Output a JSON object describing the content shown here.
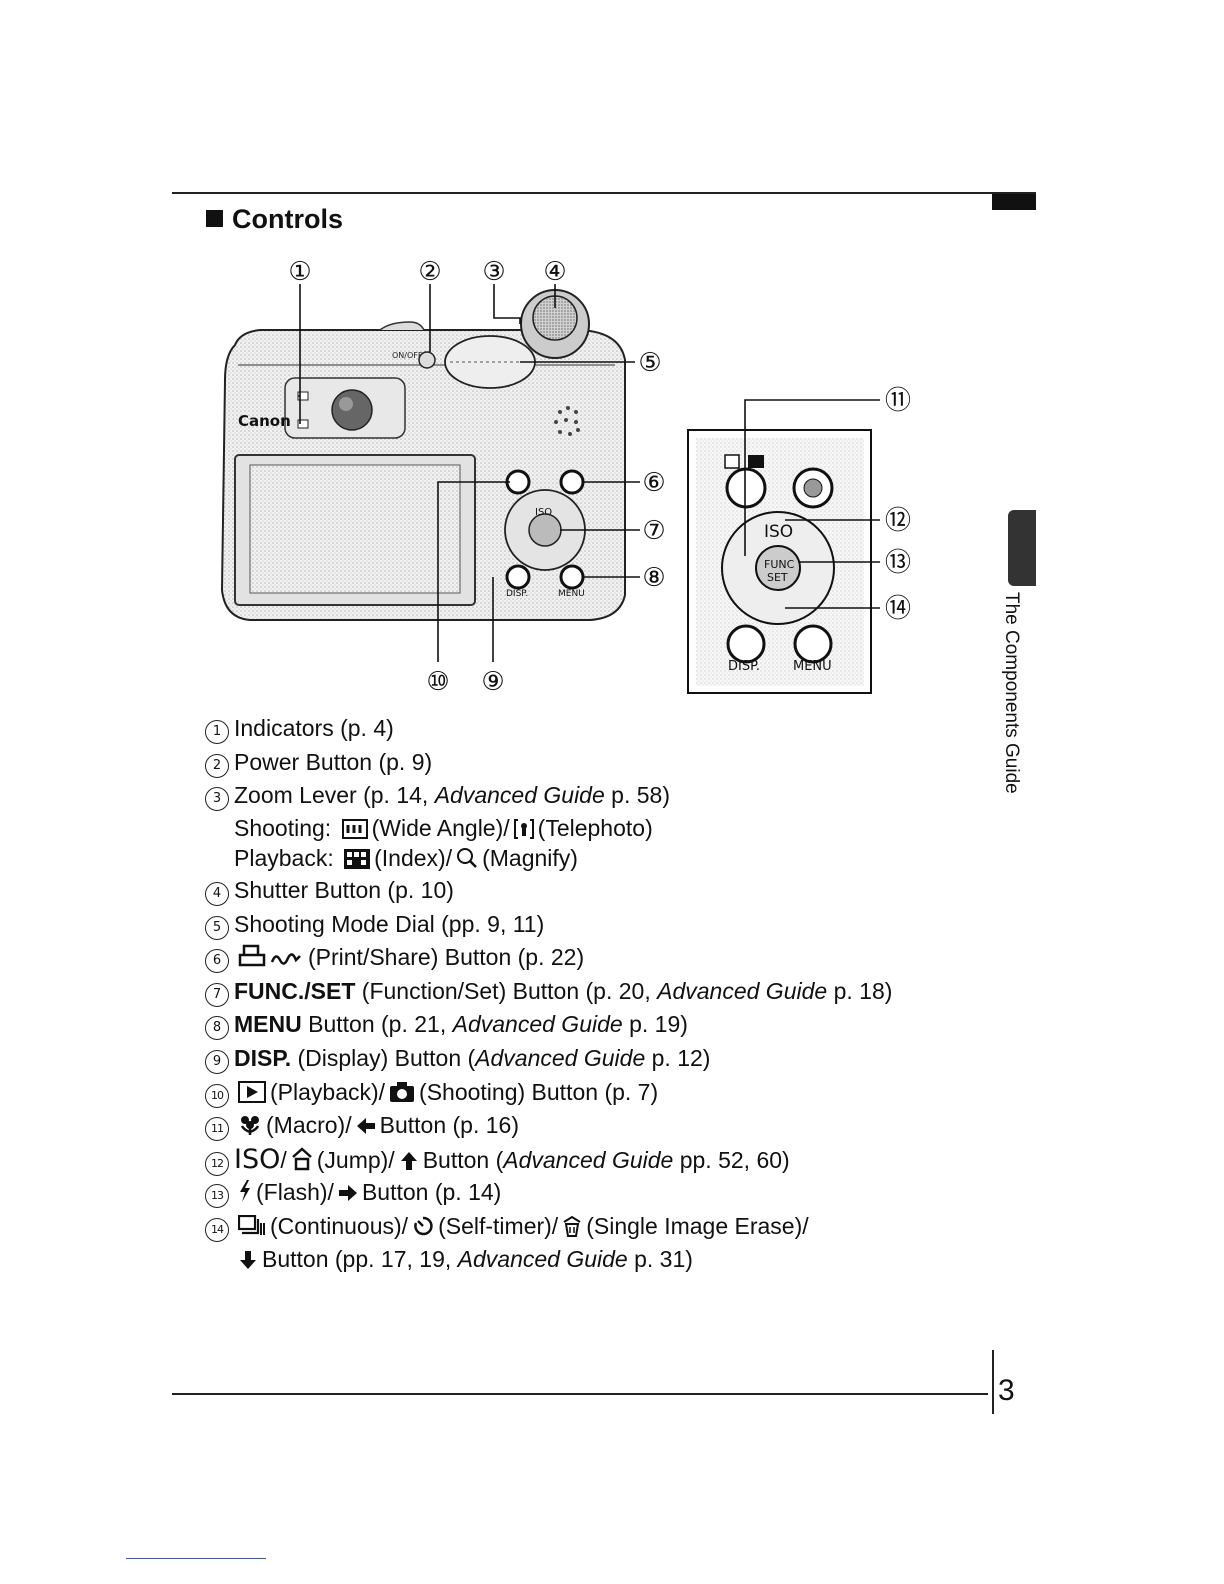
{
  "section": {
    "title": "Controls"
  },
  "side_tab": {
    "label": "The Components Guide"
  },
  "page": {
    "number": "3"
  },
  "figure": {
    "callouts": [
      "①",
      "②",
      "③",
      "④",
      "⑤",
      "⑥",
      "⑦",
      "⑧",
      "⑨",
      "⑩",
      "⑪",
      "⑫",
      "⑬",
      "⑭"
    ],
    "camera_labels": {
      "brand": "Canon",
      "on_off": "ON/OFF",
      "iso": "ISO",
      "func": "FUNC",
      "set": "SET",
      "disp": "DISP.",
      "menu": "MENU"
    }
  },
  "items": [
    {
      "num": "1",
      "text": "Indicators (p. 4)"
    },
    {
      "num": "2",
      "text": "Power Button (p. 9)"
    },
    {
      "num": "3",
      "pre": "Zoom Lever (p. 14, ",
      "italic": "Advanced Guide",
      "post": " p. 58)",
      "sub1": {
        "pre": "Shooting:",
        "mid": "(Wide Angle)/",
        "post": "(Telephoto)"
      },
      "sub2": {
        "pre": "Playback:",
        "mid": "(Index)/",
        "post": "(Magnify)"
      }
    },
    {
      "num": "4",
      "text": "Shutter Button (p. 10)"
    },
    {
      "num": "5",
      "text": "Shooting Mode Dial (pp. 9, 11)"
    },
    {
      "num": "6",
      "text": "(Print/Share) Button (p. 22)"
    },
    {
      "num": "7",
      "bold": "FUNC./SET",
      "pre": " (Function/Set) Button (p. 20, ",
      "italic": "Advanced Guide",
      "post": " p. 18)"
    },
    {
      "num": "8",
      "bold": "MENU",
      "pre": " Button (p. 21, ",
      "italic": "Advanced Guide",
      "post": " p. 19)"
    },
    {
      "num": "9",
      "bold": "DISP.",
      "pre": " (Display) Button (",
      "italic": "Advanced Guide",
      "post": " p. 12)"
    },
    {
      "num": "10",
      "pre": "(Playback)/",
      "post": "(Shooting) Button (p. 7)"
    },
    {
      "num": "11",
      "text": "(Macro)/",
      "post": "Button (p. 16)"
    },
    {
      "num": "12",
      "iso": "ISO",
      "pre": "/",
      "mid": "(Jump)/",
      "pre2": "Button (",
      "italic": "Advanced Guide",
      "post": " pp. 52, 60)"
    },
    {
      "num": "13",
      "text": "(Flash)/",
      "post": "Button (p. 14)"
    },
    {
      "num": "14",
      "pre": "(Continuous)/",
      "mid": "(Self-timer)/",
      "post": "(Single Image Erase)/",
      "cont_pre": "Button (pp. 17, 19, ",
      "cont_italic": "Advanced Guide",
      "cont_post": " p. 31)"
    }
  ]
}
